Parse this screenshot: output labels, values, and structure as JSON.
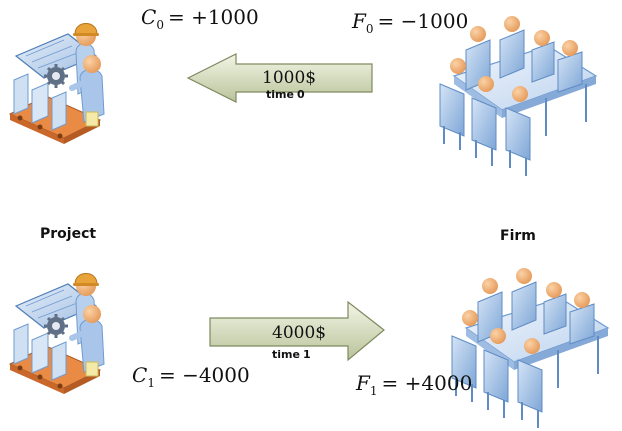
{
  "top": {
    "project_formula": {
      "var": "C",
      "sub": "0",
      "rhs": "= +1000"
    },
    "firm_formula": {
      "var": "F",
      "sub": "0",
      "rhs": "= −1000"
    },
    "arrow": {
      "amount": "1000$",
      "time_word": "time",
      "time_index": "0",
      "direction": "left"
    }
  },
  "labels": {
    "project": "Project",
    "firm": "Firm"
  },
  "bottom": {
    "project_formula": {
      "var": "C",
      "sub": "1",
      "rhs": "= −4000"
    },
    "firm_formula": {
      "var": "F",
      "sub": "1",
      "rhs": "= +4000"
    },
    "arrow": {
      "amount": "4000$",
      "time_word": "time",
      "time_index": "1",
      "direction": "right"
    }
  },
  "colors": {
    "arrow_fill_start": "#f3f5e6",
    "arrow_fill_end": "#b9c39a",
    "arrow_stroke": "#7f8a5f",
    "chair_blue": "#a9c6ea",
    "chair_blue_dark": "#6f9bd0",
    "table_blue": "#dfeaf8",
    "skin": "#f2b37a",
    "helmet": "#e8a33a",
    "conveyor": "#e98a45"
  },
  "icons": {
    "project": "engineer-drafting-icon",
    "firm": "boardroom-meeting-icon"
  }
}
